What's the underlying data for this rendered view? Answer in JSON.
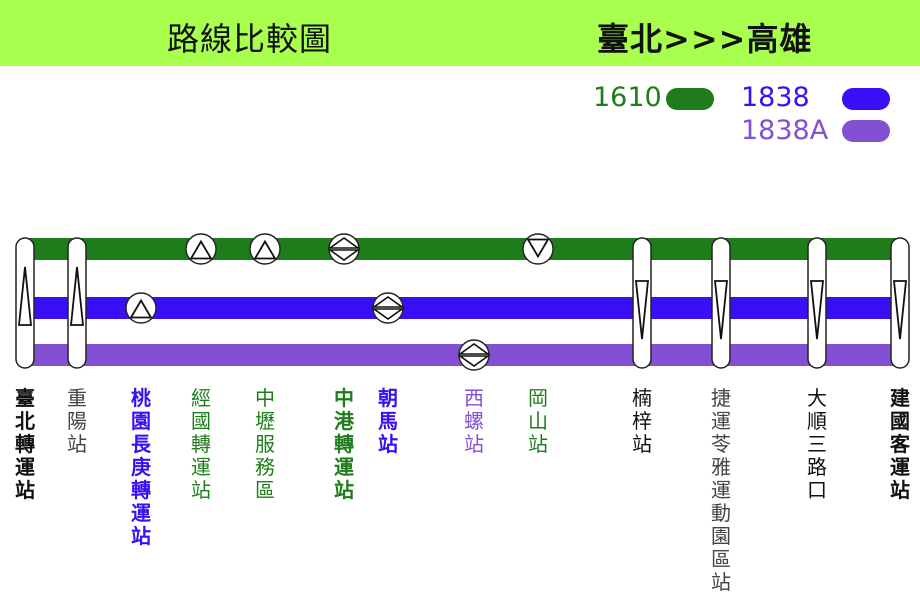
{
  "header": {
    "title": "路線比較圖",
    "route": "臺北>>>高雄",
    "background": "#a8ff4e"
  },
  "lines": [
    {
      "id": "1610",
      "label": "1610",
      "color": "#1e7d1a"
    },
    {
      "id": "1838",
      "label": "1838",
      "color": "#3a0ff5"
    },
    {
      "id": "1838A",
      "label": "1838A",
      "color": "#8350d3"
    }
  ],
  "terminal_color": "#111111",
  "stations": [
    {
      "name": "臺北轉運站",
      "label_color": "#111111",
      "bold": true,
      "marker": "capsule",
      "lines": [
        "1610",
        "1838",
        "1838A"
      ],
      "direction": "up"
    },
    {
      "name": "重陽站",
      "label_color": "#444444",
      "bold": false,
      "marker": "capsule",
      "lines": [
        "1610",
        "1838",
        "1838A"
      ],
      "direction": "up"
    },
    {
      "name": "桃園長庚轉運站",
      "label_color": "#3a0ff5",
      "bold": true,
      "marker": "circle",
      "lines": [
        "1838"
      ],
      "direction": "up"
    },
    {
      "name": "經國轉運站",
      "label_color": "#1e7d1a",
      "bold": false,
      "marker": "circle",
      "lines": [
        "1610"
      ],
      "direction": "up"
    },
    {
      "name": "中壢服務區",
      "label_color": "#1e7d1a",
      "bold": false,
      "marker": "circle",
      "lines": [
        "1610"
      ],
      "direction": "up"
    },
    {
      "name": "中港轉運站",
      "label_color": "#1e7d1a",
      "bold": true,
      "marker": "circle",
      "lines": [
        "1610"
      ],
      "direction": "both"
    },
    {
      "name": "朝馬站",
      "label_color": "#3a0ff5",
      "bold": true,
      "marker": "circle",
      "lines": [
        "1838"
      ],
      "direction": "both"
    },
    {
      "name": "西螺站",
      "label_color": "#8350d3",
      "bold": false,
      "marker": "circle",
      "lines": [
        "1838A"
      ],
      "direction": "both"
    },
    {
      "name": "岡山站",
      "label_color": "#1e7d1a",
      "bold": false,
      "marker": "circle",
      "lines": [
        "1610"
      ],
      "direction": "down"
    },
    {
      "name": "楠梓站",
      "label_color": "#111111",
      "bold": false,
      "marker": "capsule",
      "lines": [
        "1610",
        "1838",
        "1838A"
      ],
      "direction": "down"
    },
    {
      "name": "捷運苓雅運動園區站",
      "label_color": "#444444",
      "bold": false,
      "marker": "capsule",
      "lines": [
        "1610",
        "1838",
        "1838A"
      ],
      "direction": "down"
    },
    {
      "name": "大順三路口",
      "label_color": "#111111",
      "bold": false,
      "marker": "capsule",
      "lines": [
        "1610",
        "1838",
        "1838A"
      ],
      "direction": "down"
    },
    {
      "name": "建國客運站",
      "label_color": "#111111",
      "bold": true,
      "marker": "capsule",
      "lines": [
        "1610",
        "1838",
        "1838A"
      ],
      "direction": "down"
    }
  ]
}
